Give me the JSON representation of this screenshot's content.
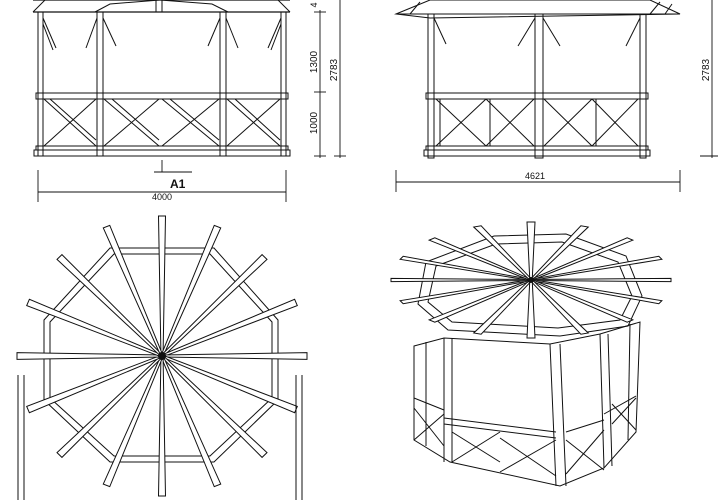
{
  "drawing": {
    "front_view": {
      "dim_upper": "1300",
      "dim_lower": "1000",
      "dim_total": "2783",
      "dim_top_partial": "4",
      "dim_width": "4000",
      "section_mark": "A1"
    },
    "side_view": {
      "dim_total": "2783",
      "dim_width": "4621"
    },
    "plan_view": {},
    "iso_view": {}
  }
}
